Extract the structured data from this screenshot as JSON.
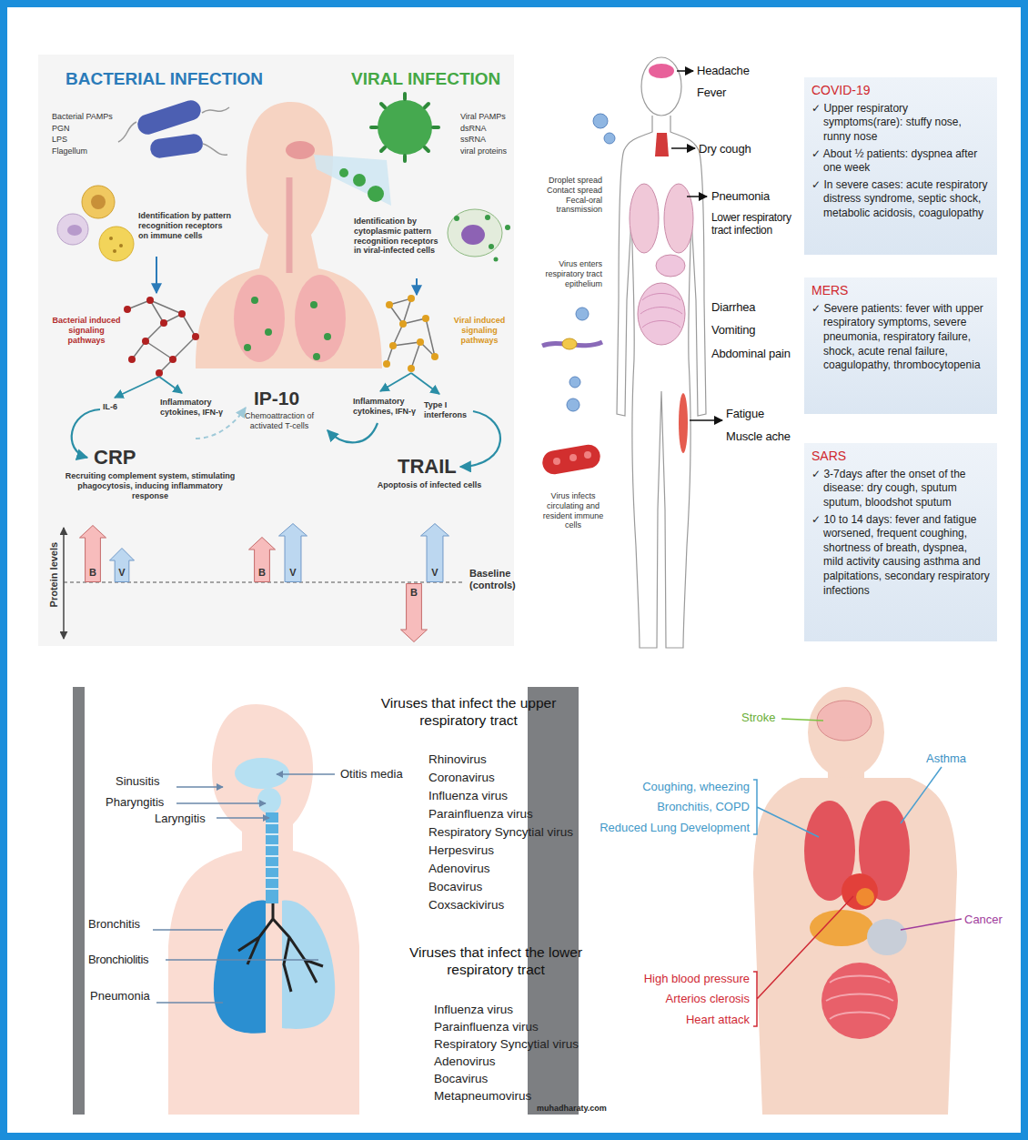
{
  "diagram": {
    "nodes": [
      {
        "text": [
          "B"
        ]
      },
      {
        "text": [
          "V"
        ]
      },
      {
        "text": [
          "B"
        ]
      },
      {
        "text": [
          "V"
        ]
      },
      {
        "text": [
          "V"
        ]
      },
      {
        "text": [
          "B"
        ]
      },
      {
        "text": [
          "COVID-19",
          "✓ Upper respiratory symptoms(rare): stuffy nose, runny nose",
          "✓ About ½ patients: dyspnea after one week",
          "✓ In severe cases: acute respiratory distress syndrome, septic shock, metabolic acidosis, coagulopathy"
        ]
      },
      {
        "text": [
          "MERS",
          "✓ Severe patients: fever with upper respiratory symptoms, severe pneumonia, respiratory failure, shock, acute renal failure, coagulopathy, thrombocytopenia"
        ]
      },
      {
        "text": [
          "SARS",
          "✓ 3-7days after the onset of the disease: dry cough, sputum sputum, bloodshot sputum",
          "✓ 10 to 14 days: fever and fatigue worsened, frequent coughing, shortness of breath, dyspnea, mild activity causing asthma and palpitations, secondary respiratory infections"
        ]
      }
    ],
    "labels": [
      "BACTERIAL INFECTION",
      "VIRAL INFECTION",
      "Bacterial PAMPs",
      "PGN",
      "LPS",
      "Flagellum",
      "Viral PAMPs",
      "dsRNA",
      "ssRNA",
      "viral proteins",
      "Identification by pattern recognition receptors on immune cells",
      "Identification by cytoplasmic pattern recognition receptors in viral-infected cells",
      "Bacterial induced signaling pathways",
      "Viral induced signaling pathways",
      "IL-6",
      "Inflammatory cytokines, IFN-γ",
      "IP-10",
      "Chemoattraction of activated T-cells",
      "Inflammatory cytokines, IFN-γ",
      "Type I interferons",
      "CRP",
      "Recruiting complement system, stimulating phagocytosis, inducing inflammatory response",
      "TRAIL",
      "Apoptosis of infected cells",
      "Protein levels",
      "Baseline (controls)",
      "Droplet spread Contact spread Fecal-oral transmission",
      "Virus enters respiratory tract epithelium",
      "Virus infects circulating and resident immune cells",
      "Headache",
      "Fever",
      "Dry cough",
      "Pneumonia",
      "Lower respiratory tract infection",
      "Diarrhea",
      "Vomiting",
      "Abdominal pain",
      "Fatigue",
      "Muscle ache",
      "Sinusitis",
      "Pharyngitis",
      "Laryngitis",
      "Otitis media",
      "Bronchitis",
      "Bronchiolitis",
      "Pneumonia",
      "Viruses that infect the upper respiratory tract",
      "Rhinovirus",
      "Coronavirus",
      "Influenza virus",
      "Parainfluenza virus",
      "Respiratory Syncytial virus",
      "Herpesvirus",
      "Adenovirus",
      "Bocavirus",
      "Coxsackivirus",
      "Viruses that infect the lower respiratory tract",
      "Influenza virus",
      "Parainfluenza virus",
      "Respiratory Syncytial virus",
      "Adenovirus",
      "Bocavirus",
      "Metapneumovirus",
      "muhadharaty.com",
      "Stroke",
      "Asthma",
      "Coughing, wheezing",
      "Bronchitis, COPD",
      "Reduced Lung Development",
      "Cancer",
      "High blood pressure",
      "Arterios clerosis",
      "Heart attack"
    ]
  }
}
